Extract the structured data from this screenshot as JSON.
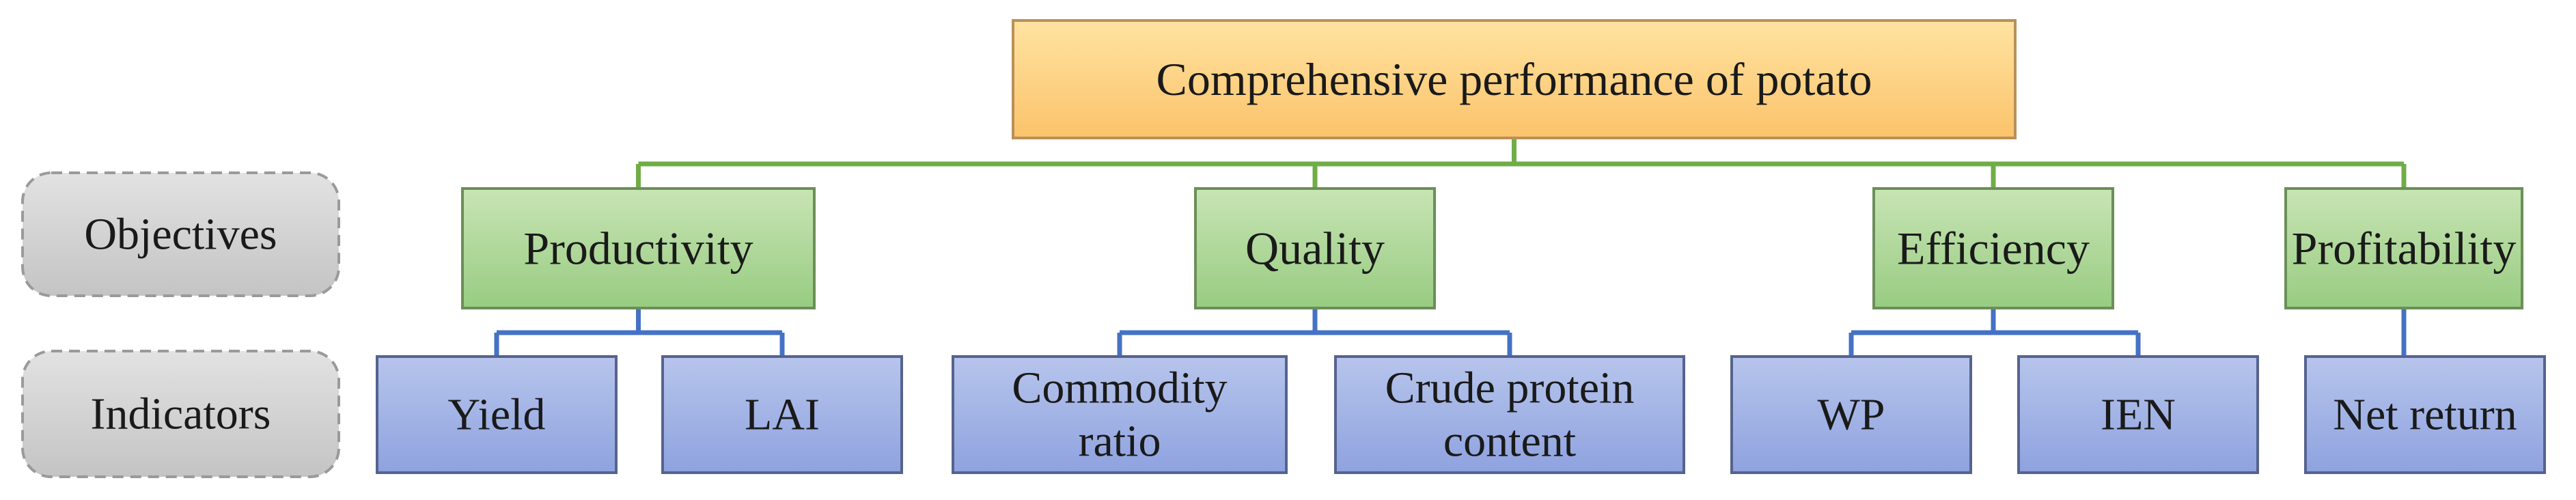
{
  "root": {
    "label": "Comprehensive performance of potato"
  },
  "rows": {
    "objectives": "Objectives",
    "indicators": "Indicators"
  },
  "objectives": [
    {
      "id": "productivity",
      "label": "Productivity",
      "indicators": [
        {
          "lines": [
            "Yield"
          ]
        },
        {
          "lines": [
            "LAI"
          ]
        }
      ]
    },
    {
      "id": "quality",
      "label": "Quality",
      "indicators": [
        {
          "lines": [
            "Commodity",
            "ratio"
          ]
        },
        {
          "lines": [
            "Crude protein",
            "content"
          ]
        }
      ]
    },
    {
      "id": "efficiency",
      "label": "Efficiency",
      "indicators": [
        {
          "lines": [
            "WP"
          ]
        },
        {
          "lines": [
            "IEN"
          ]
        }
      ]
    },
    {
      "id": "profitability",
      "label": "Profitability",
      "indicators": [
        {
          "lines": [
            "Net return"
          ]
        }
      ]
    }
  ],
  "colors": {
    "root_fill_top": "#ffe3a1",
    "root_fill_bottom": "#fbc36b",
    "root_stroke": "#b9905a",
    "objective_fill_top": "#c8e4b4",
    "objective_fill_bottom": "#98cc82",
    "objective_stroke": "#6b8f58",
    "indicator_fill_top": "#b7c5ec",
    "indicator_fill_bottom": "#8ea2df",
    "indicator_stroke": "#56638f",
    "label_fill_top": "#e2e2e2",
    "label_fill_bottom": "#c4c4c4",
    "label_stroke": "#9a9a9a",
    "green_connector": "#70ad47",
    "blue_connector": "#4472c4"
  }
}
